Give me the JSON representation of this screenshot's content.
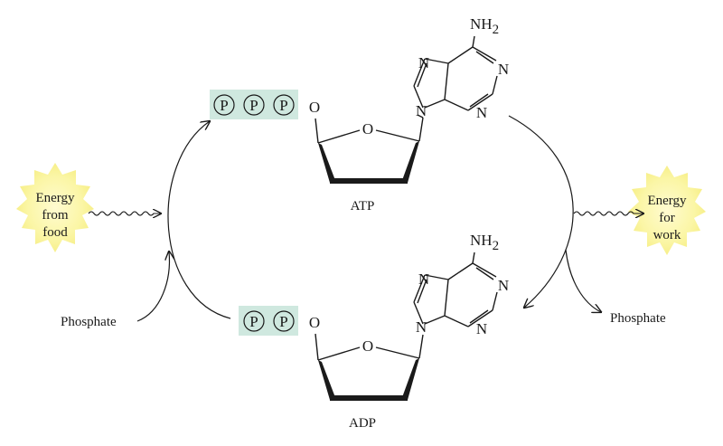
{
  "colors": {
    "phosphate_box": "#cfe8df",
    "burst_fill": "#fbf6a6",
    "burst_glow": "#fdf9c8",
    "ink": "#1a1a1a"
  },
  "molecules": {
    "atp": {
      "name": "ATP",
      "phosphate_symbol": "P",
      "phosphate_count": 3
    },
    "adp": {
      "name": "ADP",
      "phosphate_symbol": "P",
      "phosphate_count": 2
    }
  },
  "atoms": {
    "ring_oxygen": "O",
    "linker_oxygen": "O",
    "nitrogen": "N",
    "amine": "NH",
    "amine_sub": "2"
  },
  "energy_in": {
    "line1": "Energy",
    "line2": "from",
    "line3": "food"
  },
  "energy_out": {
    "line1": "Energy",
    "line2": "for",
    "line3": "work"
  },
  "phosphate_in": "Phosphate",
  "phosphate_out": "Phosphate"
}
